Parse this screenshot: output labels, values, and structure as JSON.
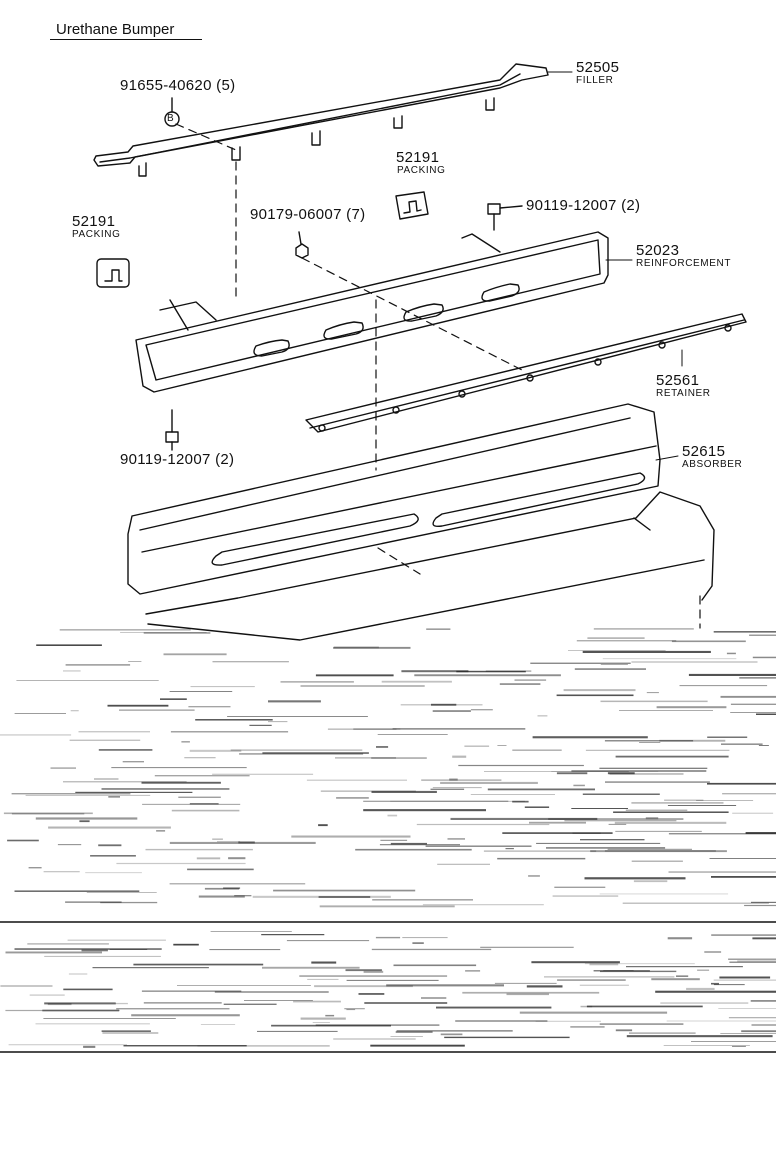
{
  "title": "Urethane Bumper",
  "parts": {
    "p52505": {
      "number": "52505",
      "name": "FILLER"
    },
    "p91655": {
      "number": "91655-40620 (5)",
      "marker": "B"
    },
    "p52191a": {
      "number": "52191",
      "name": "PACKING"
    },
    "p52191b": {
      "number": "52191",
      "name": "PACKING"
    },
    "p90179": {
      "number": "90179-06007 (7)"
    },
    "p90119a": {
      "number": "90119-12007 (2)"
    },
    "p52023": {
      "number": "52023",
      "name": "REINFORCEMENT"
    },
    "p52561": {
      "number": "52561",
      "name": "RETAINER"
    },
    "p90119b": {
      "number": "90119-12007 (2)"
    },
    "p52615": {
      "number": "52615",
      "name": "ABSORBER"
    }
  },
  "colors": {
    "ink": "#111111",
    "paper": "#ffffff"
  }
}
